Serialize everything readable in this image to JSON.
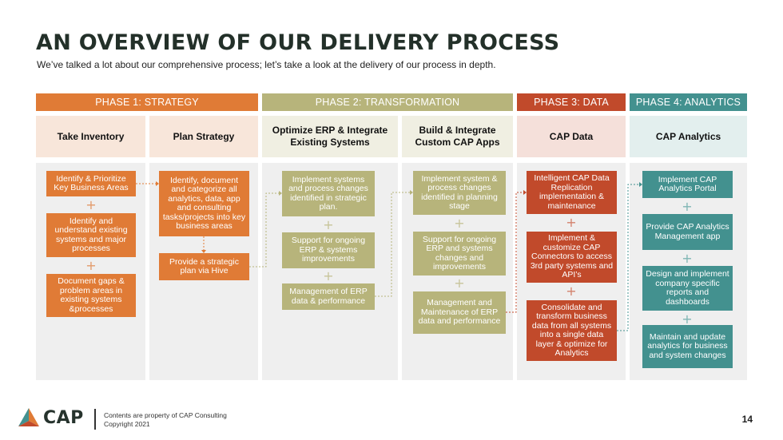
{
  "header": {
    "title": "AN OVERVIEW OF OUR DELIVERY PROCESS",
    "subtitle": "We’ve talked a lot about our comprehensive process; let’s take a look at the delivery of our process in depth."
  },
  "phases": [
    {
      "label": "PHASE 1: STRATEGY",
      "color": "#e07b36"
    },
    {
      "label": "PHASE 2: TRANSFORMATION",
      "color": "#b7b47b"
    },
    {
      "label": "PHASE 3: DATA",
      "color": "#c14a2b"
    },
    {
      "label": "PHASE 4: ANALYTICS",
      "color": "#43918f"
    }
  ],
  "columns": [
    {
      "heading": "Take Inventory",
      "tint": "#f8e6da",
      "items": [
        "Identify & Prioritize Key Business Areas",
        "Identify and understand existing systems and major processes",
        "Document gaps & problem areas in existing systems &processes"
      ]
    },
    {
      "heading": "Plan Strategy",
      "tint": "#f8e6da",
      "items": [
        "Identify, document and categorize all analytics, data, app and consulting tasks/projects into key business areas",
        "Provide a strategic plan via Hive"
      ]
    },
    {
      "heading": "Optimize ERP & Integrate Existing Systems",
      "tint": "#f0efe2",
      "items": [
        "Implement systems and process changes identified in strategic plan.",
        "Support for ongoing ERP & systems improvements",
        "Management of ERP data & performance"
      ]
    },
    {
      "heading": "Build & Integrate Custom CAP Apps",
      "tint": "#f0efe2",
      "items": [
        "Implement system & process changes identified in planning stage",
        "Support for ongoing ERP and systems changes and improvements",
        "Management and Maintenance of ERP data and performance"
      ]
    },
    {
      "heading": "CAP Data",
      "tint": "#f5e0da",
      "items": [
        "Intelligent CAP Data Replication implementation & maintenance",
        "Implement & customize CAP Connectors to access 3rd party systems and API’s",
        "Consolidate and transform business data from all systems into a single data layer & optimize for Analytics"
      ]
    },
    {
      "heading": "CAP Analytics",
      "tint": "#e3efee",
      "items": [
        "Implement CAP Analytics Portal",
        "Provide CAP Analytics Management app",
        "Design and implement company specific reports and dashboards",
        "Maintain and update analytics for business and system changes"
      ]
    }
  ],
  "plus_symbol": "+",
  "footer": {
    "logo_text": "CAP",
    "note_line1": "Contents are property of CAP Consulting",
    "note_line2": "Copyright 2021",
    "page_number": "14"
  }
}
